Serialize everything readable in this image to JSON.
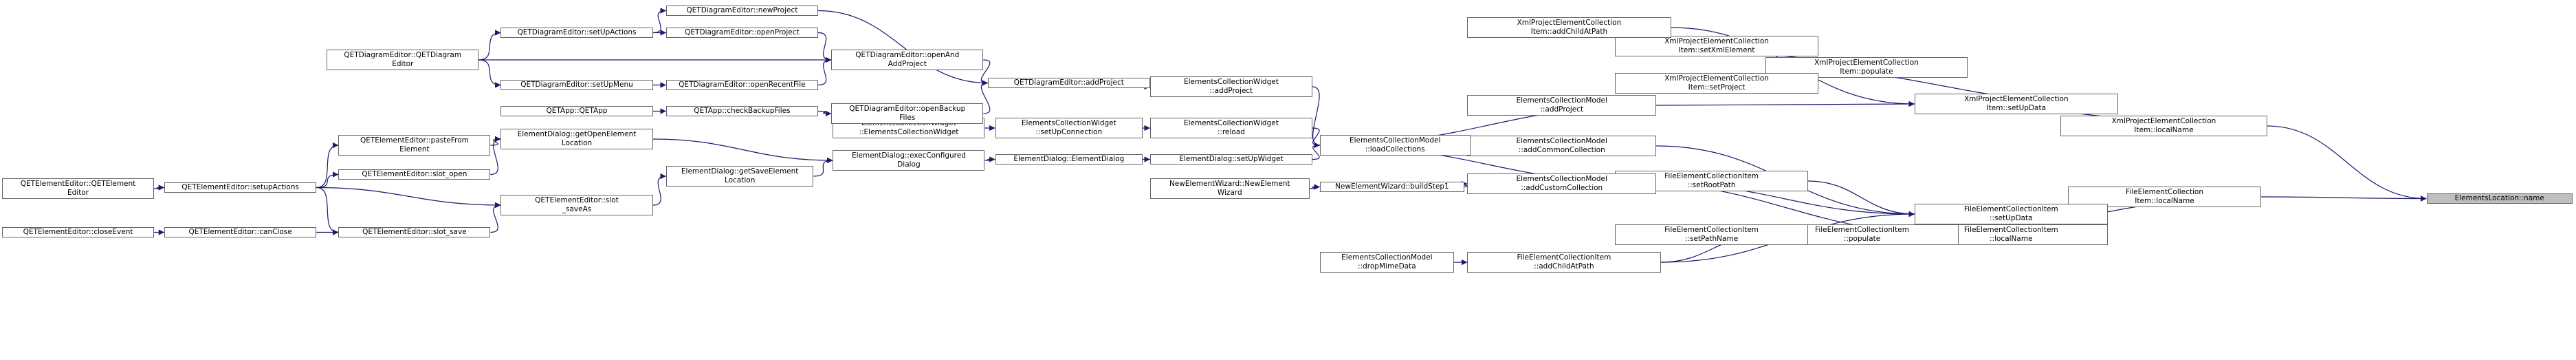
{
  "diagram": {
    "edge_color": "#191970",
    "root_fill": "#bfbfbf",
    "nodes": [
      {
        "id": "n_ecl_name",
        "lines": [
          "ElementsLocation::name"
        ],
        "highlight": true
      },
      {
        "id": "n_feci_localname",
        "lines": [
          "FileElementCollection",
          "Item::localName"
        ]
      },
      {
        "id": "n_feci_localname2",
        "lines": [
          "FileElementCollectionItem",
          "::localName"
        ]
      },
      {
        "id": "n_xpeci_localname",
        "lines": [
          "XmlProjectElementCollection",
          "Item::localName"
        ]
      },
      {
        "id": "n_xpeci_setupdata",
        "lines": [
          "XmlProjectElementCollection",
          "Item::setUpData"
        ]
      },
      {
        "id": "n_xpeci_populate",
        "lines": [
          "XmlProjectElementCollection",
          "Item::populate"
        ]
      },
      {
        "id": "n_xpeci_setxmlelement",
        "lines": [
          "XmlProjectElementCollection",
          "Item::setXmlElement"
        ]
      },
      {
        "id": "n_xpeci_addchildatpath",
        "lines": [
          "XmlProjectElementCollection",
          "Item::addChildAtPath"
        ]
      },
      {
        "id": "n_xpeci_setproject",
        "lines": [
          "XmlProjectElementCollection",
          "Item::setProject"
        ]
      },
      {
        "id": "n_fec_setupdata",
        "lines": [
          "FileElementCollectionItem",
          "::setUpData"
        ]
      },
      {
        "id": "n_fec_setrootpath",
        "lines": [
          "FileElementCollectionItem",
          "::setRootPath"
        ]
      },
      {
        "id": "n_fec_populate",
        "lines": [
          "FileElementCollectionItem",
          "::populate"
        ]
      },
      {
        "id": "n_fec_setpathname",
        "lines": [
          "FileElementCollectionItem",
          "::setPathName"
        ]
      },
      {
        "id": "n_fec_addchildatpath",
        "lines": [
          "FileElementCollectionItem",
          "::addChildAtPath"
        ]
      },
      {
        "id": "n_ecm_dropmimedata",
        "lines": [
          "ElementsCollectionModel",
          "::dropMimeData"
        ]
      },
      {
        "id": "n_ecm_addproject",
        "lines": [
          "ElementsCollectionModel",
          "::addProject"
        ]
      },
      {
        "id": "n_ecm_addcommon",
        "lines": [
          "ElementsCollectionModel",
          "::addCommonCollection"
        ]
      },
      {
        "id": "n_ecm_addcustom",
        "lines": [
          "ElementsCollectionModel",
          "::addCustomCollection"
        ]
      },
      {
        "id": "n_ecm_loadcollections",
        "lines": [
          "ElementsCollectionModel",
          "::loadCollections"
        ]
      },
      {
        "id": "n_ecw_addproject",
        "lines": [
          "ElementsCollectionWidget",
          "::addProject"
        ]
      },
      {
        "id": "n_ecw_reload",
        "lines": [
          "ElementsCollectionWidget",
          "::reload"
        ]
      },
      {
        "id": "n_ecw_setupconnection",
        "lines": [
          "ElementsCollectionWidget",
          "::setUpConnection"
        ]
      },
      {
        "id": "n_ecw_ctor",
        "lines": [
          "ElementsCollectionWidget",
          "::ElementsCollectionWidget"
        ]
      },
      {
        "id": "n_ed_setupwidget",
        "lines": [
          "ElementDialog::setUpWidget"
        ]
      },
      {
        "id": "n_ed_ctor",
        "lines": [
          "ElementDialog::ElementDialog"
        ]
      },
      {
        "id": "n_ed_execconfigured",
        "lines": [
          "ElementDialog::execConfigured",
          "Dialog"
        ]
      },
      {
        "id": "n_ed_getopen",
        "lines": [
          "ElementDialog::getOpenElement",
          "Location"
        ]
      },
      {
        "id": "n_ed_getsave",
        "lines": [
          "ElementDialog::getSaveElement",
          "Location"
        ]
      },
      {
        "id": "n_new_buildstep1",
        "lines": [
          "NewElementWizard::buildStep1"
        ]
      },
      {
        "id": "n_new_ctor",
        "lines": [
          "NewElementWizard::NewElement",
          "Wizard"
        ]
      },
      {
        "id": "n_qde_addproject",
        "lines": [
          "QETDiagramEditor::addProject"
        ]
      },
      {
        "id": "n_qde_newproject",
        "lines": [
          "QETDiagramEditor::newProject"
        ]
      },
      {
        "id": "n_qde_setupactions",
        "lines": [
          "QETDiagramEditor::setUpActions"
        ]
      },
      {
        "id": "n_qde_openproject",
        "lines": [
          "QETDiagramEditor::openProject"
        ]
      },
      {
        "id": "n_qde_openandadd",
        "lines": [
          "QETDiagramEditor::openAnd",
          "AddProject"
        ]
      },
      {
        "id": "n_qde_openrecent",
        "lines": [
          "QETDiagramEditor::openRecentFile"
        ]
      },
      {
        "id": "n_qde_openbackup",
        "lines": [
          "QETDiagramEditor::openBackup",
          "Files"
        ]
      },
      {
        "id": "n_qde_ctor",
        "lines": [
          "QETDiagramEditor::QETDiagram",
          "Editor"
        ]
      },
      {
        "id": "n_qde_setupmenu",
        "lines": [
          "QETDiagramEditor::setUpMenu"
        ]
      },
      {
        "id": "n_qetapp_checkbackup",
        "lines": [
          "QETApp::checkBackupFiles"
        ]
      },
      {
        "id": "n_qetapp_ctor",
        "lines": [
          "QETApp::QETApp"
        ]
      },
      {
        "id": "n_qee_pastefrom",
        "lines": [
          "QETElementEditor::pasteFrom",
          "Element"
        ]
      },
      {
        "id": "n_qee_slotopen",
        "lines": [
          "QETElementEditor::slot_open"
        ]
      },
      {
        "id": "n_qee_slotsaveas",
        "lines": [
          "QETElementEditor::slot",
          "_saveAs"
        ]
      },
      {
        "id": "n_qee_slotsave",
        "lines": [
          "QETElementEditor::slot_save"
        ]
      },
      {
        "id": "n_qee_setupactions",
        "lines": [
          "QETElementEditor::setupActions"
        ]
      },
      {
        "id": "n_qee_canclose",
        "lines": [
          "QETElementEditor::canClose"
        ]
      },
      {
        "id": "n_qee_ctor",
        "lines": [
          "QETElementEditor::QETElement",
          "Editor"
        ]
      },
      {
        "id": "n_qee_closeevent",
        "lines": [
          "QETElementEditor::closeEvent"
        ]
      }
    ],
    "edges": [
      {
        "from": "n_feci_localname",
        "to": "n_ecl_name"
      },
      {
        "from": "n_xpeci_localname",
        "to": "n_ecl_name"
      },
      {
        "from": "n_fec_setupdata",
        "to": "n_feci_localname"
      },
      {
        "from": "n_feci_localname2",
        "to": "n_feci_localname"
      },
      {
        "from": "n_xpeci_setupdata",
        "to": "n_xpeci_localname"
      },
      {
        "from": "n_xpeci_populate",
        "to": "n_xpeci_setupdata"
      },
      {
        "from": "n_xpeci_addchildatpath",
        "to": "n_xpeci_setupdata"
      },
      {
        "from": "n_ecm_addproject",
        "to": "n_xpeci_setupdata"
      },
      {
        "from": "n_xpeci_setproject",
        "to": "n_xpeci_populate"
      },
      {
        "from": "n_xpeci_setxmlelement",
        "to": "n_xpeci_populate"
      },
      {
        "from": "n_xpeci_populate",
        "to": "n_xpeci_setxmlelement"
      },
      {
        "from": "n_ecm_addcommon",
        "to": "n_fec_setupdata"
      },
      {
        "from": "n_ecm_addcustom",
        "to": "n_fec_setupdata"
      },
      {
        "from": "n_fec_setrootpath",
        "to": "n_fec_setupdata"
      },
      {
        "from": "n_fec_populate",
        "to": "n_fec_setupdata"
      },
      {
        "from": "n_fec_addchildatpath",
        "to": "n_fec_setupdata"
      },
      {
        "from": "n_ecm_addcustom",
        "to": "n_fec_setrootpath"
      },
      {
        "from": "n_fec_setrootpath",
        "to": "n_fec_populate"
      },
      {
        "from": "n_fec_setpathname",
        "to": "n_fec_populate"
      },
      {
        "from": "n_fec_populate",
        "to": "n_fec_setpathname"
      },
      {
        "from": "n_fec_addchildatpath",
        "to": "n_fec_populate"
      },
      {
        "from": "n_ecm_dropmimedata",
        "to": "n_fec_addchildatpath"
      },
      {
        "from": "n_ecm_loadcollections",
        "to": "n_ecm_addproject"
      },
      {
        "from": "n_ecm_loadcollections",
        "to": "n_ecm_addcommon"
      },
      {
        "from": "n_ecm_loadcollections",
        "to": "n_ecm_addcustom"
      },
      {
        "from": "n_new_buildstep1",
        "to": "n_ecm_addcustom"
      },
      {
        "from": "n_new_ctor",
        "to": "n_new_buildstep1"
      },
      {
        "from": "n_ecw_addproject",
        "to": "n_ecm_loadcollections"
      },
      {
        "from": "n_ecw_reload",
        "to": "n_ecm_loadcollections"
      },
      {
        "from": "n_ed_setupwidget",
        "to": "n_ecm_loadcollections"
      },
      {
        "from": "n_qde_addproject",
        "to": "n_ecw_addproject"
      },
      {
        "from": "n_ecw_setupconnection",
        "to": "n_ecw_reload"
      },
      {
        "from": "n_ecw_ctor",
        "to": "n_ecw_setupconnection"
      },
      {
        "from": "n_ed_ctor",
        "to": "n_ed_setupwidget"
      },
      {
        "from": "n_ed_execconfigured",
        "to": "n_ed_ctor"
      },
      {
        "from": "n_ed_getopen",
        "to": "n_ed_execconfigured"
      },
      {
        "from": "n_ed_getsave",
        "to": "n_ed_execconfigured"
      },
      {
        "from": "n_qde_newproject",
        "to": "n_qde_addproject"
      },
      {
        "from": "n_qde_openandadd",
        "to": "n_qde_addproject"
      },
      {
        "from": "n_qde_openbackup",
        "to": "n_qde_addproject"
      },
      {
        "from": "n_qde_openproject",
        "to": "n_qde_openandadd"
      },
      {
        "from": "n_qde_openrecent",
        "to": "n_qde_openandadd"
      },
      {
        "from": "n_qde_ctor",
        "to": "n_qde_openandadd"
      },
      {
        "from": "n_qde_setupactions",
        "to": "n_qde_newproject"
      },
      {
        "from": "n_qde_setupactions",
        "to": "n_qde_openproject"
      },
      {
        "from": "n_qde_ctor",
        "to": "n_qde_setupactions"
      },
      {
        "from": "n_qde_ctor",
        "to": "n_qde_setupmenu"
      },
      {
        "from": "n_qde_setupmenu",
        "to": "n_qde_openrecent"
      },
      {
        "from": "n_qetapp_checkbackup",
        "to": "n_qde_openbackup"
      },
      {
        "from": "n_qetapp_ctor",
        "to": "n_qetapp_checkbackup"
      },
      {
        "from": "n_qee_pastefrom",
        "to": "n_ed_getopen"
      },
      {
        "from": "n_qee_slotopen",
        "to": "n_ed_getopen"
      },
      {
        "from": "n_qee_slotsaveas",
        "to": "n_ed_getsave"
      },
      {
        "from": "n_qee_setupactions",
        "to": "n_qee_pastefrom"
      },
      {
        "from": "n_qee_setupactions",
        "to": "n_qee_slotopen"
      },
      {
        "from": "n_qee_setupactions",
        "to": "n_qee_slotsaveas"
      },
      {
        "from": "n_qee_setupactions",
        "to": "n_qee_slotsave"
      },
      {
        "from": "n_qee_slotsave",
        "to": "n_qee_slotsaveas"
      },
      {
        "from": "n_qee_canclose",
        "to": "n_qee_slotsave"
      },
      {
        "from": "n_qee_ctor",
        "to": "n_qee_setupactions"
      },
      {
        "from": "n_qee_closeevent",
        "to": "n_qee_canclose"
      }
    ]
  }
}
